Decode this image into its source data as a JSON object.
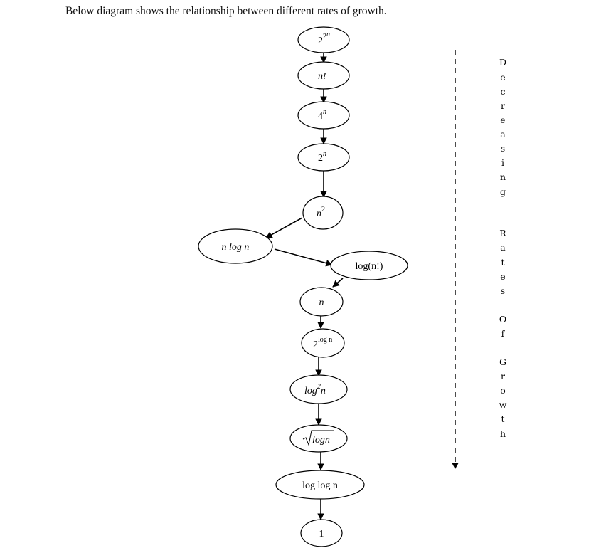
{
  "caption": "Below diagram shows the relationship between different rates of growth.",
  "axis_label": "Decreasing Rates Of Growth",
  "axis_letters": [
    "D",
    "e",
    "c",
    "r",
    "e",
    "a",
    "s",
    "i",
    "n",
    "g",
    "R",
    "a",
    "t",
    "e",
    "s",
    "O",
    "f",
    "G",
    "r",
    "o",
    "w",
    "t",
    "h"
  ],
  "nodes": [
    {
      "id": "n0",
      "base": "2",
      "sup": "2",
      "sup2": "n"
    },
    {
      "id": "n1",
      "text": "n!"
    },
    {
      "id": "n2",
      "base": "4",
      "sup": "n"
    },
    {
      "id": "n3",
      "base": "2",
      "sup": "n"
    },
    {
      "id": "n4",
      "base": "n",
      "sup": "2"
    },
    {
      "id": "n5",
      "text": "n log n"
    },
    {
      "id": "n6",
      "text": "log(n!)"
    },
    {
      "id": "n7",
      "text": "n"
    },
    {
      "id": "n8",
      "base": "2",
      "sup": "log n"
    },
    {
      "id": "n9",
      "base": "log",
      "sup": "2",
      "after": "n"
    },
    {
      "id": "n10",
      "text": "logn",
      "sqrt": true
    },
    {
      "id": "n11",
      "text": "log log n"
    },
    {
      "id": "n12",
      "text": "1"
    }
  ],
  "edges": [
    [
      "n0",
      "n1"
    ],
    [
      "n1",
      "n2"
    ],
    [
      "n2",
      "n3"
    ],
    [
      "n3",
      "n4"
    ],
    [
      "n4",
      "n5"
    ],
    [
      "n5",
      "n6"
    ],
    [
      "n6",
      "n7"
    ],
    [
      "n7",
      "n8"
    ],
    [
      "n8",
      "n9"
    ],
    [
      "n9",
      "n10"
    ],
    [
      "n10",
      "n11"
    ],
    [
      "n11",
      "n12"
    ]
  ]
}
